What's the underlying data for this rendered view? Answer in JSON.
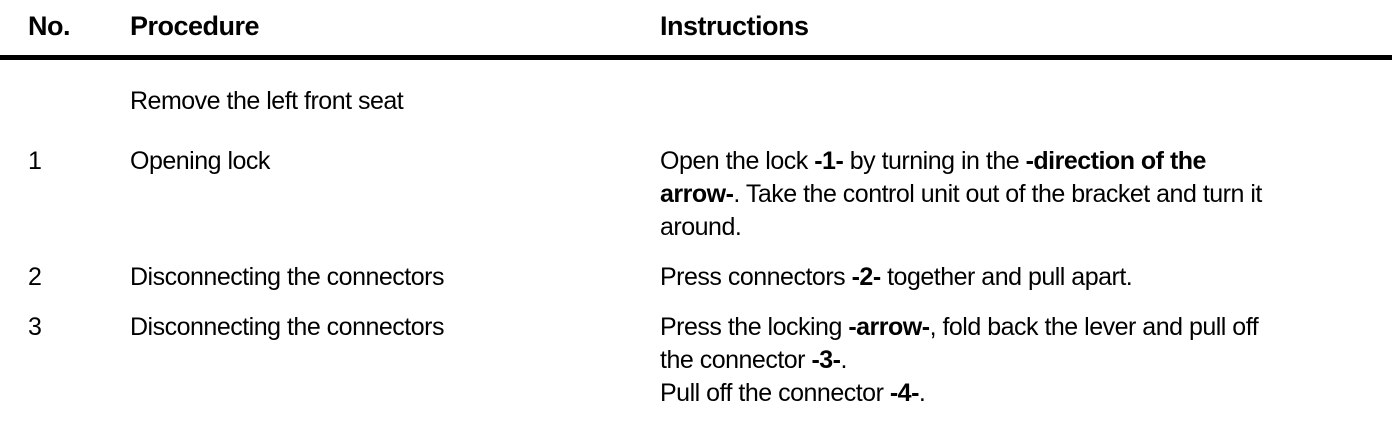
{
  "document": {
    "colors": {
      "text": "#000000",
      "background": "#ffffff",
      "rule": "#000000"
    },
    "table": {
      "columns": [
        {
          "label": "No."
        },
        {
          "label": "Procedure"
        },
        {
          "label": "Instructions"
        }
      ],
      "rows": [
        {
          "no": "",
          "procedure": "Remove the left front seat",
          "instructions": []
        },
        {
          "no": "1",
          "procedure": "Opening lock",
          "instructions": [
            {
              "text": "Open the lock "
            },
            {
              "text": "-1-",
              "bold": true
            },
            {
              "text": " by turning in the "
            },
            {
              "text": "-direction of the",
              "bold": true
            },
            {
              "text": "\n"
            },
            {
              "text": "arrow-",
              "bold": true
            },
            {
              "text": ". Take the control unit out of the bracket and turn it\naround."
            }
          ]
        },
        {
          "no": "2",
          "procedure": "Disconnecting the connectors",
          "instructions": [
            {
              "text": "Press connectors "
            },
            {
              "text": "-2-",
              "bold": true
            },
            {
              "text": " together and pull apart."
            }
          ]
        },
        {
          "no": "3",
          "procedure": "Disconnecting the connectors",
          "instructions": [
            {
              "text": "Press the locking "
            },
            {
              "text": "-arrow-",
              "bold": true
            },
            {
              "text": ", fold back the lever and pull off\nthe connector "
            },
            {
              "text": "-3-",
              "bold": true
            },
            {
              "text": ".\nPull off the connector "
            },
            {
              "text": "-4-",
              "bold": true
            },
            {
              "text": "."
            }
          ]
        }
      ]
    }
  }
}
